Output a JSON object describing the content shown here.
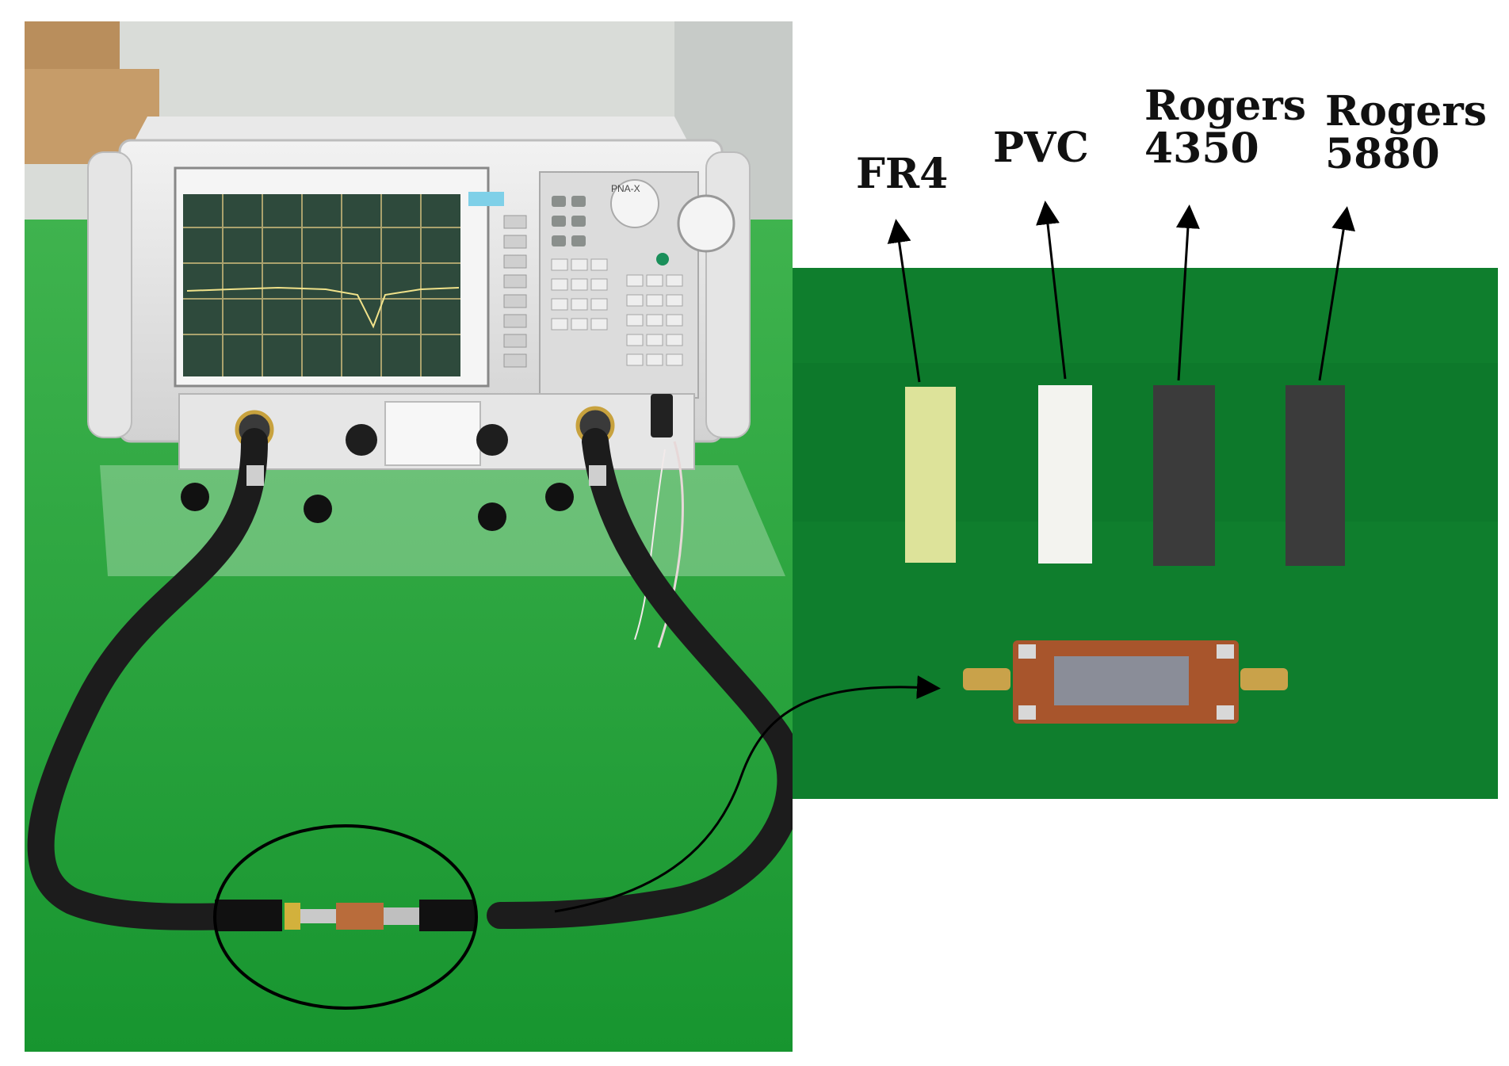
{
  "figure": {
    "labels": {
      "fr4": "FR4",
      "pvc": "PVC",
      "rogers4350": [
        "Rogers",
        "4350"
      ],
      "rogers5880": [
        "Rogers",
        "5880"
      ]
    },
    "colors": {
      "table_green": "#1ea33a",
      "mat_green": "#0f7e2d",
      "fr4_sample": "#dde39a",
      "pvc_sample": "#f3f3ef",
      "rogers_sample": "#3b3b3b",
      "copper": "#a8552c",
      "brass": "#c9a24a",
      "instrument_body": "#e6e6e6",
      "cable": "#1c1c1c",
      "screen": "#2e4a3c"
    },
    "instrument": {
      "panel_text": "PNA-X"
    }
  }
}
